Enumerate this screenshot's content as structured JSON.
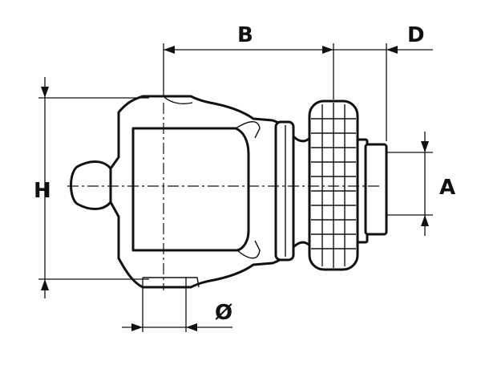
{
  "diagram": {
    "labels": {
      "b": "B",
      "d": "D",
      "h": "H",
      "a": "A",
      "phi": "Ø"
    },
    "colors": {
      "line": "#111111",
      "fill": "#ffffff"
    }
  }
}
